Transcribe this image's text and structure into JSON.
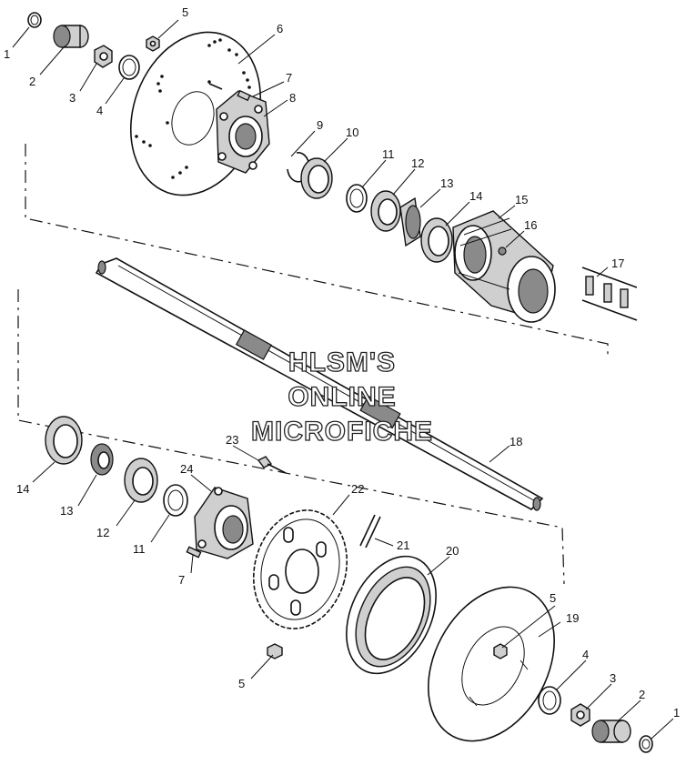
{
  "watermark": {
    "line1": "HLSM'S",
    "line2": "ONLINE",
    "line3": "MICROFICHE"
  },
  "callouts": [
    {
      "id": "c1a",
      "text": "1"
    },
    {
      "id": "c2a",
      "text": "2"
    },
    {
      "id": "c3a",
      "text": "3"
    },
    {
      "id": "c4a",
      "text": "4"
    },
    {
      "id": "c5a",
      "text": "5"
    },
    {
      "id": "c6",
      "text": "6"
    },
    {
      "id": "c7a",
      "text": "7"
    },
    {
      "id": "c8",
      "text": "8"
    },
    {
      "id": "c9",
      "text": "9"
    },
    {
      "id": "c10",
      "text": "10"
    },
    {
      "id": "c11a",
      "text": "11"
    },
    {
      "id": "c12a",
      "text": "12"
    },
    {
      "id": "c13a",
      "text": "13"
    },
    {
      "id": "c14a",
      "text": "14"
    },
    {
      "id": "c15",
      "text": "15"
    },
    {
      "id": "c16",
      "text": "16"
    },
    {
      "id": "c17",
      "text": "17"
    },
    {
      "id": "c18",
      "text": "18"
    },
    {
      "id": "c14b",
      "text": "14"
    },
    {
      "id": "c13b",
      "text": "13"
    },
    {
      "id": "c12b",
      "text": "12"
    },
    {
      "id": "c11b",
      "text": "11"
    },
    {
      "id": "c23",
      "text": "23"
    },
    {
      "id": "c24",
      "text": "24"
    },
    {
      "id": "c22",
      "text": "22"
    },
    {
      "id": "c21",
      "text": "21"
    },
    {
      "id": "c20",
      "text": "20"
    },
    {
      "id": "c7b",
      "text": "7"
    },
    {
      "id": "c5b",
      "text": "5"
    },
    {
      "id": "c5c",
      "text": "5"
    },
    {
      "id": "c19",
      "text": "19"
    },
    {
      "id": "c4b",
      "text": "4"
    },
    {
      "id": "c3b",
      "text": "3"
    },
    {
      "id": "c2b",
      "text": "2"
    },
    {
      "id": "c1b",
      "text": "1"
    }
  ]
}
